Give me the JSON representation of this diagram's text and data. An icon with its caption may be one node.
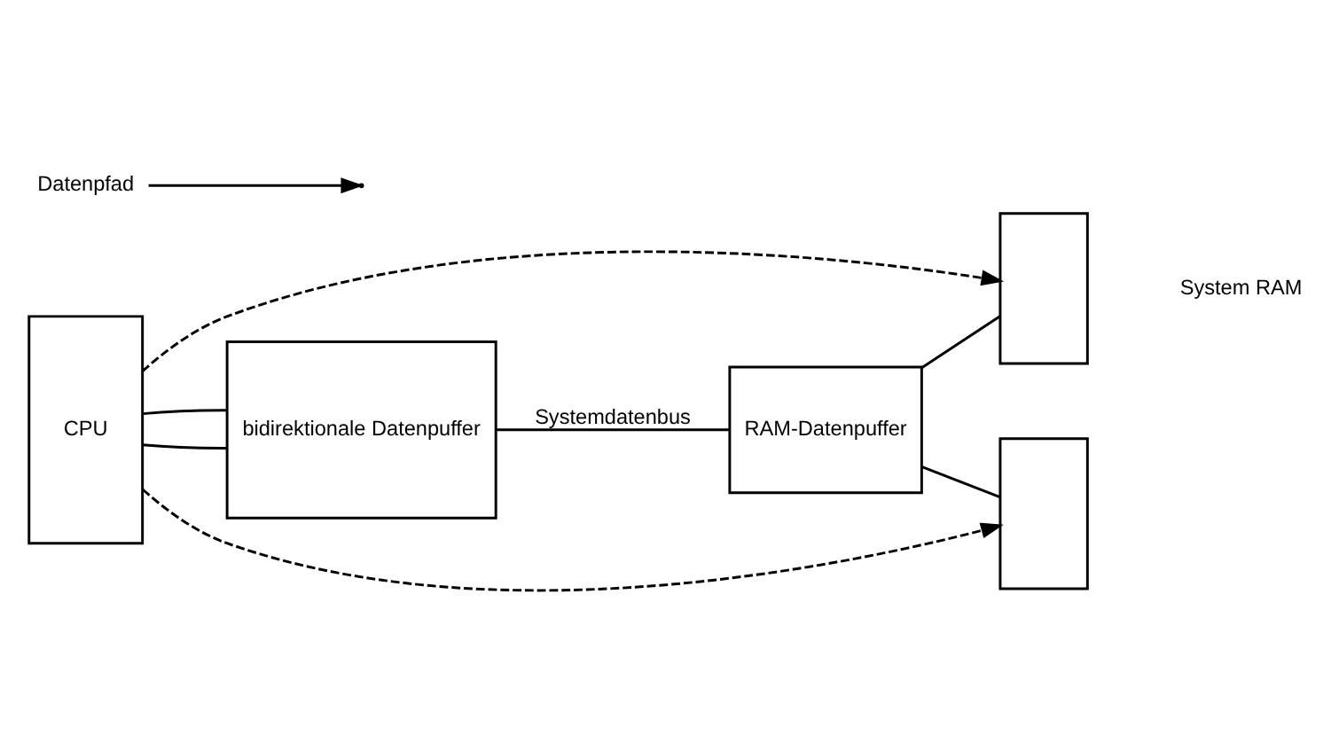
{
  "diagram": {
    "nodes": [
      {
        "text": [
          "CPU"
        ]
      },
      {
        "text": [
          "bidirektionale Datenpuffer"
        ]
      },
      {
        "text": [
          "RAM-Datenpuffer"
        ]
      },
      {
        "text": [],
        "shape": "box"
      },
      {
        "text": [],
        "shape": "box"
      },
      {
        "text": [
          "Datenpfad"
        ]
      }
    ],
    "edges": [
      {
        "from": 0,
        "to": 1,
        "arrow": "none"
      },
      {
        "from": 0,
        "to": 1,
        "arrow": "none"
      },
      {
        "from": 1,
        "to": 2,
        "arrow": "none",
        "label": "Systemdatenbus"
      },
      {
        "from": 2,
        "to": 3,
        "arrow": "none"
      },
      {
        "from": 2,
        "to": 4,
        "arrow": "none"
      },
      {
        "from": 0,
        "to": 3,
        "arrow": "to",
        "style": "dashed"
      },
      {
        "from": 0,
        "to": 4,
        "arrow": "to",
        "style": "dashed"
      },
      {
        "from": 5,
        "to": null,
        "arrow": "to"
      }
    ],
    "labels": [
      "System RAM"
    ]
  }
}
